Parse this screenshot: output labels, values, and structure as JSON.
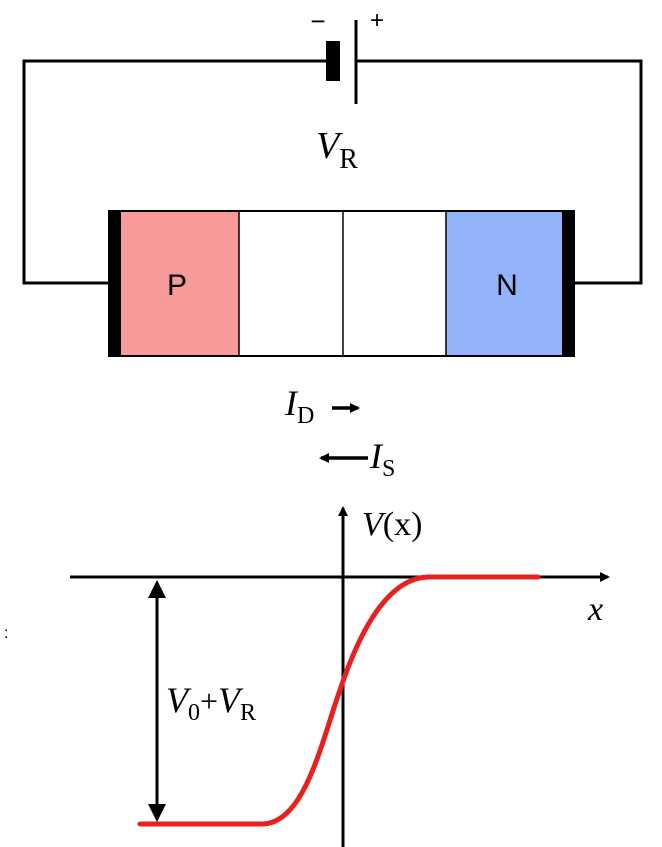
{
  "battery": {
    "minus_sign": "−",
    "plus_sign": "+",
    "label_symbol": "V",
    "label_sub": "R"
  },
  "diode": {
    "p_label": "P",
    "n_label": "N",
    "p_color": "#f99a9a",
    "n_color": "#93b4fb",
    "depletion_color": "#ffffff",
    "contact_color": "#000000"
  },
  "currents": {
    "drift_symbol": "I",
    "drift_sub": "D",
    "diffusion_symbol": "I",
    "diffusion_sub": "S"
  },
  "potential_plot": {
    "y_axis_label_symbol": "V",
    "y_axis_label_arg": "(x)",
    "x_axis_label": "x",
    "height_label_v0": "V",
    "height_label_v0_sub": "0",
    "height_label_plus": "+",
    "height_label_vr": "V",
    "height_label_vr_sub": "R",
    "curve_color": "#e8201f",
    "margin_mark": ":"
  }
}
